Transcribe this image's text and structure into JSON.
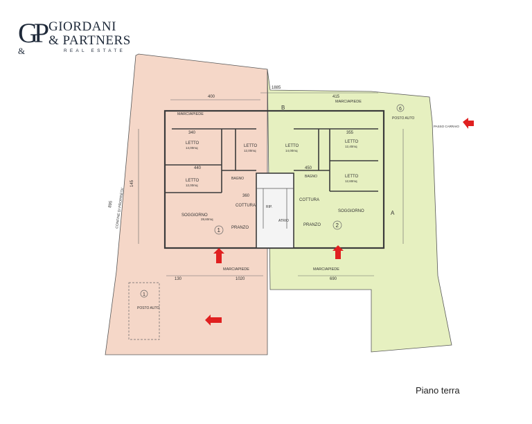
{
  "brand": {
    "monogram": "GP",
    "line1": "GIORDANI",
    "line2": "& PARTNERS",
    "amp": "&",
    "tagline": "REAL ESTATE"
  },
  "caption": "Piano terra",
  "plan": {
    "left_unit": {
      "number": "1",
      "rooms": [
        {
          "key": "letto_a",
          "label": "LETTO",
          "spec": "14,00mq"
        },
        {
          "key": "letto_b",
          "label": "LETTO",
          "spec": "12,00mq"
        },
        {
          "key": "letto_c",
          "label": "LETTO",
          "spec": "12,00mq"
        },
        {
          "key": "bagno",
          "label": "BAGNO",
          "spec": ""
        },
        {
          "key": "soggiorno",
          "label": "SOGGIORNO",
          "spec": "28,60mq"
        },
        {
          "key": "cottura",
          "label": "COTTURA",
          "spec": ""
        },
        {
          "key": "pranzo",
          "label": "PRANZO",
          "spec": ""
        }
      ],
      "marciapiede_top": "MARCIAPIEDE",
      "marciapiede_bottom": "MARCIAPIEDE",
      "side_label": "CONFINE DI PROPRIETA'"
    },
    "right_unit": {
      "number": "2",
      "rooms": [
        {
          "key": "letto_a",
          "label": "LETTO",
          "spec": "14,00mq"
        },
        {
          "key": "letto_b",
          "label": "LETTO",
          "spec": "12,40mq"
        },
        {
          "key": "letto_c",
          "label": "LETTO",
          "spec": "12,60mq"
        },
        {
          "key": "bagno",
          "label": "BAGNO",
          "spec": ""
        },
        {
          "key": "soggiorno",
          "label": "SOGGIORNO",
          "spec": ""
        },
        {
          "key": "cottura",
          "label": "COTTURA",
          "spec": ""
        },
        {
          "key": "pranzo",
          "label": "PRANZO",
          "spec": ""
        }
      ],
      "marciapiede_top": "MARCIAPIEDE",
      "marciapiede_bottom": "MARCIAPIEDE"
    },
    "stair": {
      "atrio": "ATRIO",
      "rip": "RIP."
    },
    "parking": [
      {
        "number": "1",
        "label": "POSTO AUTO"
      },
      {
        "number": "6",
        "label": "POSTO AUTO"
      }
    ],
    "passo_carraio": "PASSO CARRAIO",
    "section_marks": [
      "A",
      "B"
    ],
    "dimensions": [
      "400",
      "1885",
      "415",
      "340",
      "355",
      "440",
      "360",
      "145",
      "450",
      "1020",
      "690",
      "130",
      "895"
    ],
    "colors": {
      "left_fill": "#f5d7c8",
      "right_fill": "#e6f0c0",
      "arrow": "#e02020",
      "line": "#3a3a3a"
    }
  }
}
